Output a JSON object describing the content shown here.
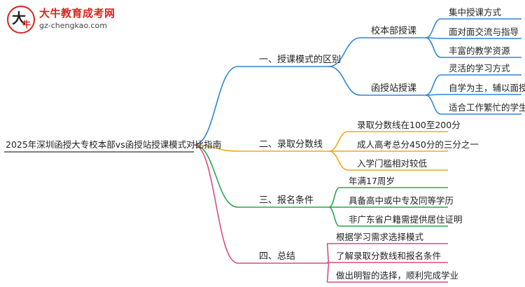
{
  "logo": {
    "title": "大牛教育成考网",
    "url": "gz-chengkao.com"
  },
  "mindmap": {
    "root": "2025年深圳函授大专校本部vs函授站授课模式对比指南",
    "branches": [
      {
        "label": "一、授课模式的区别",
        "color": "#2f86d8",
        "children": [
          {
            "label": "校本部授课",
            "children": [
              "集中授课方式",
              "面对面交流与指导",
              "丰富的教学资源"
            ]
          },
          {
            "label": "函授站授课",
            "children": [
              "灵活的学习方式",
              "自学为主，辅以面授",
              "适合工作繁忙的学生"
            ]
          }
        ]
      },
      {
        "label": "二、录取分数线",
        "color": "#f0a81c",
        "children": [
          "录取分数线在100至200分",
          "成人高考总分450分的三分之一",
          "入学门槛相对较低"
        ]
      },
      {
        "label": "三、报名条件",
        "color": "#2aa84a",
        "children": [
          "年满17周岁",
          "具备高中或中专及同等学历",
          "非广东省户籍需提供居住证明"
        ]
      },
      {
        "label": "四、总结",
        "color": "#d94b86",
        "children": [
          "根据学习需求选择模式",
          "了解录取分数线和报名条件",
          "做出明智的选择，顺利完成学业"
        ]
      }
    ]
  }
}
